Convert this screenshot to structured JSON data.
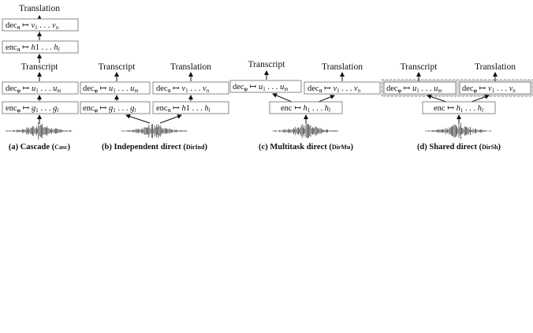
{
  "labels": {
    "translation": "Translation",
    "transcript": "Transcript"
  },
  "boxes": {
    "dec_pi_v": "dec",
    "dec_phi_u": "dec",
    "enc_pi_h": "enc",
    "enc_phi_g": "enc",
    "enc_h": "enc"
  },
  "captions": {
    "a": "(a) Cascade (",
    "a_sc": "Casc",
    "b": "(b) Independent direct (",
    "b_sc": "DirInd",
    "c": "(c) Multitask direct (",
    "c_sc": "DirMu",
    "d": "(d) Shared direct (",
    "d_sc": "DirSh",
    "close": ")"
  },
  "colors": {
    "box_border": "#888888",
    "shared_fill": "#d8d8d8",
    "text": "#111111"
  }
}
